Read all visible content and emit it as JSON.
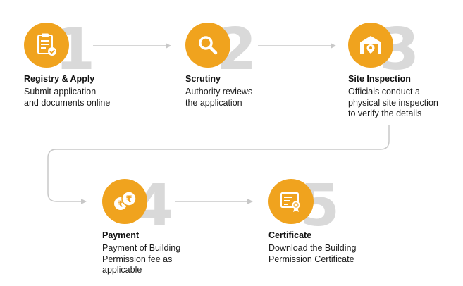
{
  "steps": [
    {
      "number": "1",
      "icon": "clipboard-check-icon",
      "title": "Registry & Apply",
      "description": "Submit application\nand documents online"
    },
    {
      "number": "2",
      "icon": "magnifier-icon",
      "title": "Scrutiny",
      "description": "Authority reviews\nthe application"
    },
    {
      "number": "3",
      "icon": "building-location-icon",
      "title": "Site Inspection",
      "description": "Officials conduct a\nphysical site inspection\nto verify the details"
    },
    {
      "number": "4",
      "icon": "rupee-coins-icon",
      "title": "Payment",
      "description": "Payment of Building\nPermission fee as\napplicable"
    },
    {
      "number": "5",
      "icon": "certificate-icon",
      "title": "Certificate",
      "description": "Download the Building\nPermission Certificate"
    }
  ],
  "colors": {
    "accent": "#f0a31e",
    "number": "#d9d9d9",
    "connector": "#c8c8c8"
  }
}
